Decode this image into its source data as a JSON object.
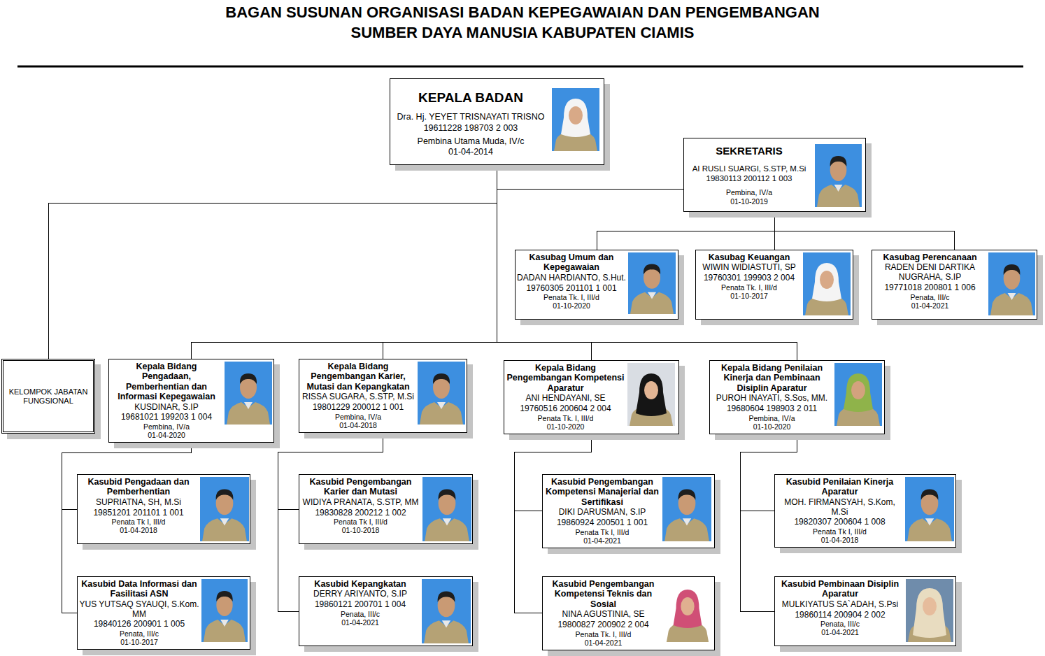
{
  "diagram": {
    "title": "BAGAN SUSUNAN ORGANISASI BADAN KEPEGAWAIAN DAN PENGEMBANGAN SUMBER DAYA MANUSIA KABUPATEN CIAMIS",
    "nodes": [
      {
        "text": [
          "KEPALA BADAN",
          "Dra. Hj. YEYET TRISNAYATI TRISNO",
          "19611228 198703 2 003",
          "Pembina Utama Muda, IV/c",
          "01-04-2014"
        ]
      },
      {
        "text": [
          "SEKRETARIS",
          "AI RUSLI SUARGI, S.STP, M.Si",
          "19830113 200112 1 003",
          "Pembina, IV/a",
          "01-10-2019"
        ]
      },
      {
        "text": [
          "Kasubag Umum dan Kepegawaian",
          "DADAN HARDIANTO, S.Hut.",
          "19760305 201101 1 001",
          "Penata Tk. I, III/d",
          "01-10-2020"
        ]
      },
      {
        "text": [
          "Kasubag Keuangan",
          "WIWIN WIDIASTUTI, SP",
          "19760301 199903 2 004",
          "Penata Tk. I, III/d",
          "01-10-2017"
        ]
      },
      {
        "text": [
          "Kasubag Perencanaan",
          "RADEN DENI DARTIKA NUGRAHA, S.IP",
          "19771018 200801 1 006",
          "Penata, III/c",
          "01-04-2021"
        ]
      },
      {
        "text": [
          "KELOMPOK JABATAN FUNGSIONAL"
        ]
      },
      {
        "text": [
          "Kepala Bidang Pengadaan, Pemberhentian dan Informasi Kepegawaian",
          "KUSDINAR, S.IP",
          "19681021 199203 1 004",
          "Pembina, IV/a",
          "01-04-2020"
        ]
      },
      {
        "text": [
          "Kepala Bidang Pengembangan Karier, Mutasi dan Kepangkatan",
          "RISSA SUGARA, S.STP, M.Si",
          "19801229 200012 1 001",
          "Pembina, IV/a",
          "01-04-2018"
        ]
      },
      {
        "text": [
          "Kepala Bidang Pengembangan Kompetensi Aparatur",
          "ANI HENDAYANI, SE",
          "19760516 200604 2 004",
          "Penata Tk. I, III/d",
          "01-10-2020"
        ]
      },
      {
        "text": [
          "Kepala Bidang Penilaian Kinerja dan Pembinaan Disiplin Aparatur",
          "PUROH INAYATI, S.Sos, MM.",
          "19680604 198903 2 011",
          "Pembina, IV/a",
          "01-10-2020"
        ]
      },
      {
        "text": [
          "Kasubid Pengadaan dan Pemberhentian",
          "SUPRIATNA, SH, M.Si",
          "19851201 201101 1 001",
          "Penata Tk I, III/d",
          "01-04-2018"
        ]
      },
      {
        "text": [
          "Kasubid Pengembangan Karier dan Mutasi",
          "WIDIYA PRANATA, S.STP, MM",
          "19830828 200212 1 002",
          "Penata Tk I, III/d",
          "01-10-2018"
        ]
      },
      {
        "text": [
          "Kasubid Pengembangan Kompetensi Manajerial dan Sertifikasi",
          "DIKI DARUSMAN, S.IP",
          "19860924 200501 1 001",
          "Penata Tk I, III/d",
          "01-04-2021"
        ]
      },
      {
        "text": [
          "Kasubid Penilaian Kinerja Aparatur",
          "MOH. FIRMANSYAH, S.Kom, M.Si",
          "19820307 200604 1 008",
          "Penata Tk I, III/d",
          "01-04-2018"
        ]
      },
      {
        "text": [
          "Kasubid Data Informasi dan Fasilitasi ASN",
          "YUS YUTSAQ SYAUQI, S.Kom. MM",
          "19840126 200901 1 005",
          "Penata, III/c",
          "01-10-2017"
        ]
      },
      {
        "text": [
          "Kasubid Kepangkatan",
          "DERRY ARIYANTO, S.IP",
          "19860121 200701 1 004",
          "Penata, III/c",
          "01-04-2021"
        ]
      },
      {
        "text": [
          "Kasubid Pengembangan Kompetensi Teknis dan Sosial",
          "NINA AGUSTINIA, SE",
          "19800827 200902 2 004",
          "Penata Tk. I, III/d",
          "01-04-2021"
        ]
      },
      {
        "text": [
          "Kasubid Pembinaan Disiplin Aparatur",
          "MULKIYATUS SA`ADAH, S.Psi",
          "19860114 200904 2 002",
          "Penata, III/c",
          "01-04-2021"
        ]
      }
    ],
    "edges": [
      {
        "from": 0,
        "to": 1,
        "arrow": "none"
      },
      {
        "from": 0,
        "to": 5,
        "arrow": "none"
      },
      {
        "from": 0,
        "to": 6,
        "arrow": "none"
      },
      {
        "from": 0,
        "to": 7,
        "arrow": "none"
      },
      {
        "from": 0,
        "to": 8,
        "arrow": "none"
      },
      {
        "from": 0,
        "to": 9,
        "arrow": "none"
      },
      {
        "from": 1,
        "to": 2,
        "arrow": "none"
      },
      {
        "from": 1,
        "to": 3,
        "arrow": "none"
      },
      {
        "from": 1,
        "to": 4,
        "arrow": "none"
      },
      {
        "from": 6,
        "to": 10,
        "arrow": "none"
      },
      {
        "from": 6,
        "to": 14,
        "arrow": "none"
      },
      {
        "from": 7,
        "to": 11,
        "arrow": "none"
      },
      {
        "from": 7,
        "to": 15,
        "arrow": "none"
      },
      {
        "from": 8,
        "to": 12,
        "arrow": "none"
      },
      {
        "from": 8,
        "to": 16,
        "arrow": "none"
      },
      {
        "from": 9,
        "to": 13,
        "arrow": "none"
      },
      {
        "from": 9,
        "to": 17,
        "arrow": "none"
      }
    ]
  }
}
